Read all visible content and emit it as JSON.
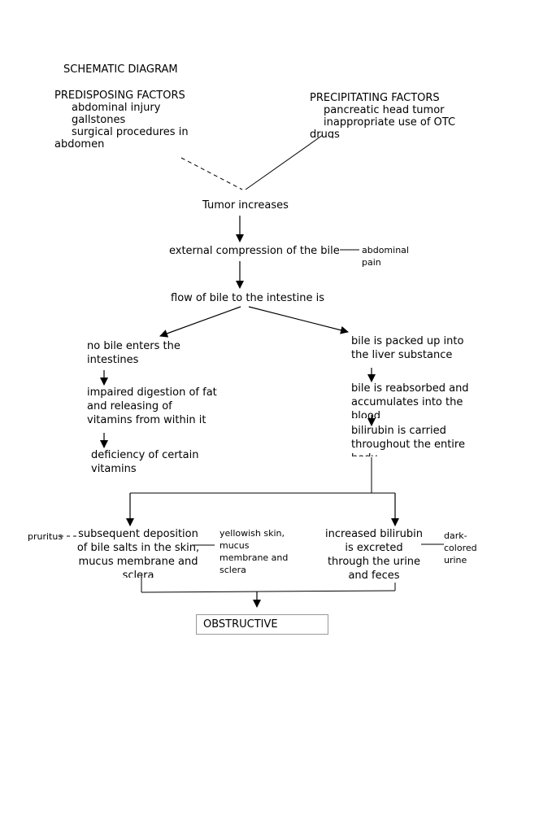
{
  "title": "SCHEMATIC DIAGRAM",
  "predisposing": {
    "heading": "PREDISPOSING FACTORS",
    "items": [
      "abdominal injury",
      "gallstones",
      "surgical procedures in",
      "abdomen"
    ]
  },
  "precipitating": {
    "heading": "PRECIPITATING FACTORS",
    "items": [
      "pancreatic head tumor",
      "inappropriate use of OTC",
      "drugs"
    ]
  },
  "nodes": {
    "tumor": "Tumor increases",
    "compression": "external compression of the bile",
    "abdominal_pain": "abdominal pain",
    "flow": "flow of bile to the intestine is",
    "no_bile": "no bile enters the intestines",
    "impaired": "impaired digestion of fat and releasing of vitamins from within it",
    "deficiency": "deficiency of certain vitamins",
    "packed": "bile is packed up into the liver substance",
    "reabsorbed": "bile is reabsorbed and accumulates into the blood",
    "carried": "bilirubin is carried throughout the entire body",
    "pruritus": "pruritus",
    "deposition": "subsequent deposition of bile salts in the skin, mucus membrane and sclera",
    "yellowish": "yellowish skin, mucus membrane and sclera",
    "increased": "increased bilirubin is excreted through the urine and feces",
    "dark_urine": "dark-colored urine",
    "obstructive": "OBSTRUCTIVE"
  }
}
